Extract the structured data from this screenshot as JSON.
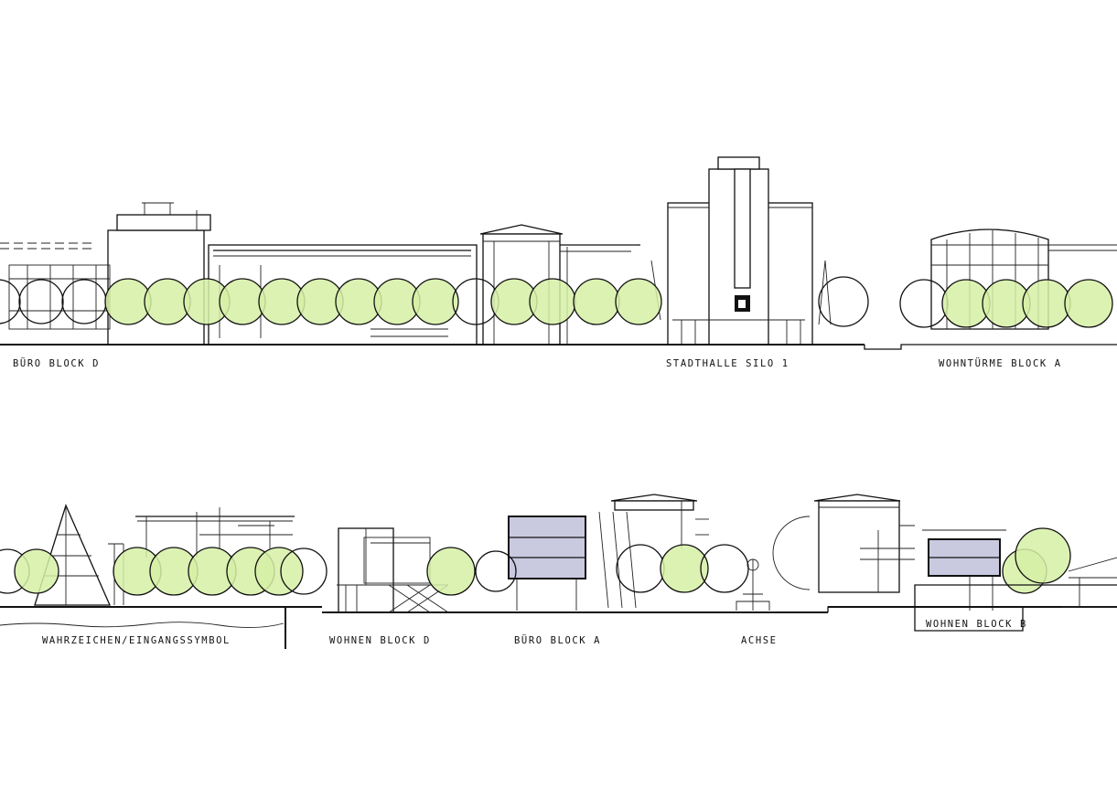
{
  "sheet": {
    "background": "#ffffff",
    "ink": "#111111",
    "tree_fill": "#d6f0a6",
    "panel_fill": "#c9c9e0"
  },
  "upper_elevation": {
    "labels": {
      "buero_block_d": "BÜRO BLOCK D",
      "stadthalle_silo": "STADTHALLE SILO 1",
      "wohntuerme_block_a": "WOHNTÜRME BLOCK A"
    }
  },
  "lower_elevation": {
    "labels": {
      "wahrzeichen": "WAHRZEICHEN/EINGANGSSYMBOL",
      "wohnen_block_d": "WOHNEN BLOCK D",
      "buero_block_a": "BÜRO BLOCK A",
      "achse": "ACHSE",
      "wohnen_block_b": "WOHNEN BLOCK B"
    }
  }
}
